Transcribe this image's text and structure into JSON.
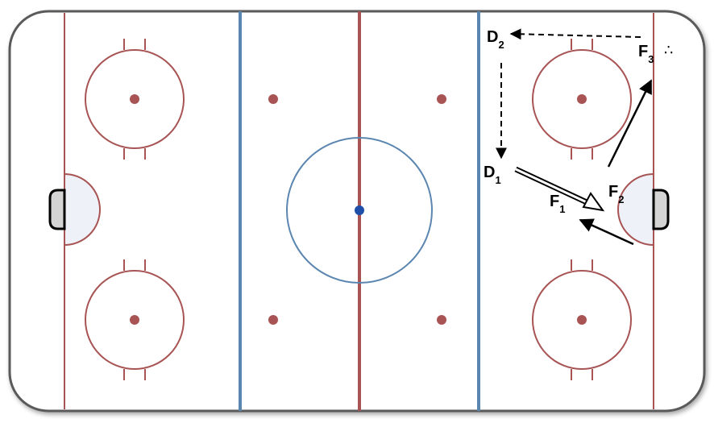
{
  "diagram": {
    "players": [
      {
        "letter": "D",
        "sub": "2"
      },
      {
        "letter": "F",
        "sub": "3"
      },
      {
        "letter": "D",
        "sub": "1"
      },
      {
        "letter": "F",
        "sub": "1"
      },
      {
        "letter": "F",
        "sub": "2"
      }
    ],
    "colors": {
      "red_line": "#a85454",
      "blue_line": "#5b86b0",
      "center_dot": "#1f4fa8",
      "crease_fill": "#eef2f8",
      "net_fill": "#d4d4d4",
      "boards": "#5a5a5a"
    },
    "puck_symbol": "∴"
  }
}
